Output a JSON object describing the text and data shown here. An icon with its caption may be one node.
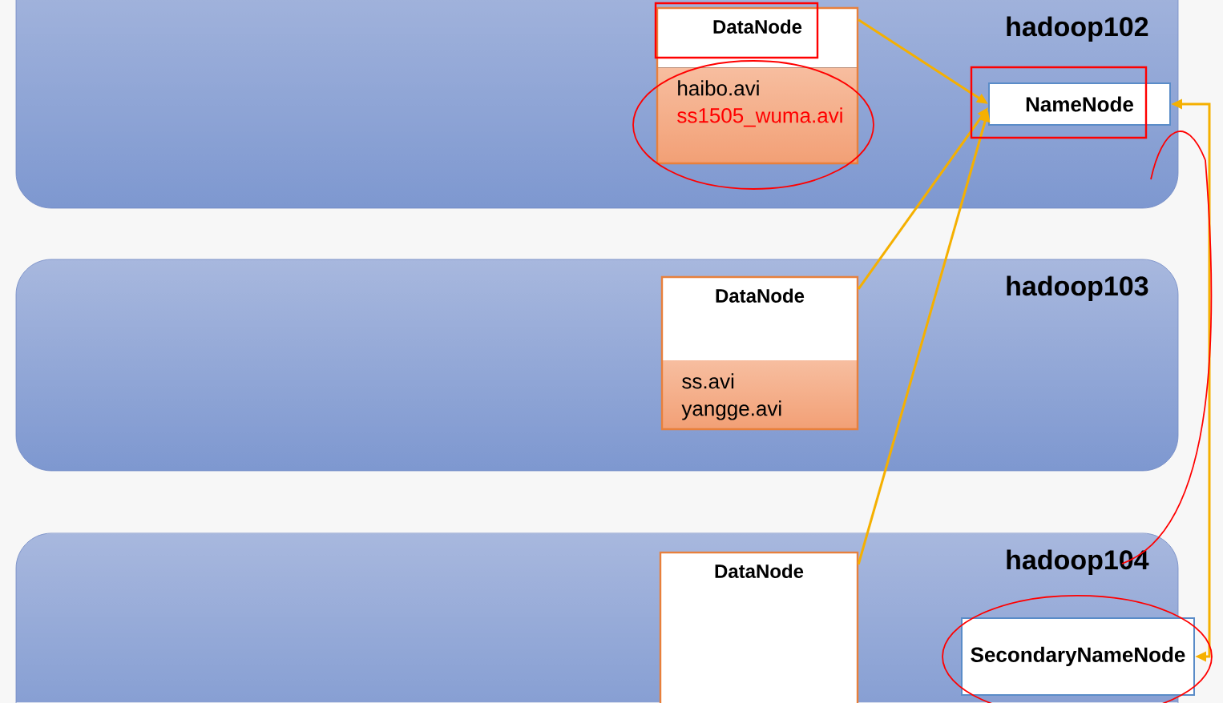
{
  "diagram": {
    "nodes": [
      {
        "text": [
          "hadoop102"
        ]
      },
      {
        "text": [
          "DataNode",
          "haibo.avi",
          "ss1505_wuma.avi"
        ],
        "in": 0
      },
      {
        "text": [
          "NameNode"
        ],
        "in": 0
      },
      {
        "text": [
          "hadoop103"
        ]
      },
      {
        "text": [
          "DataNode",
          "ss.avi",
          "yangge.avi"
        ],
        "in": 3
      },
      {
        "text": [
          "hadoop104"
        ]
      },
      {
        "text": [
          "DataNode"
        ],
        "in": 5
      },
      {
        "text": [
          "SecondaryNameNode"
        ],
        "in": 5
      }
    ],
    "edges": [
      {
        "from": 1,
        "to": 2,
        "arrow": "to"
      },
      {
        "from": 4,
        "to": 2,
        "arrow": "to"
      },
      {
        "from": 6,
        "to": 2,
        "arrow": "to"
      },
      {
        "from": 7,
        "to": 2,
        "arrow": "both"
      }
    ]
  }
}
